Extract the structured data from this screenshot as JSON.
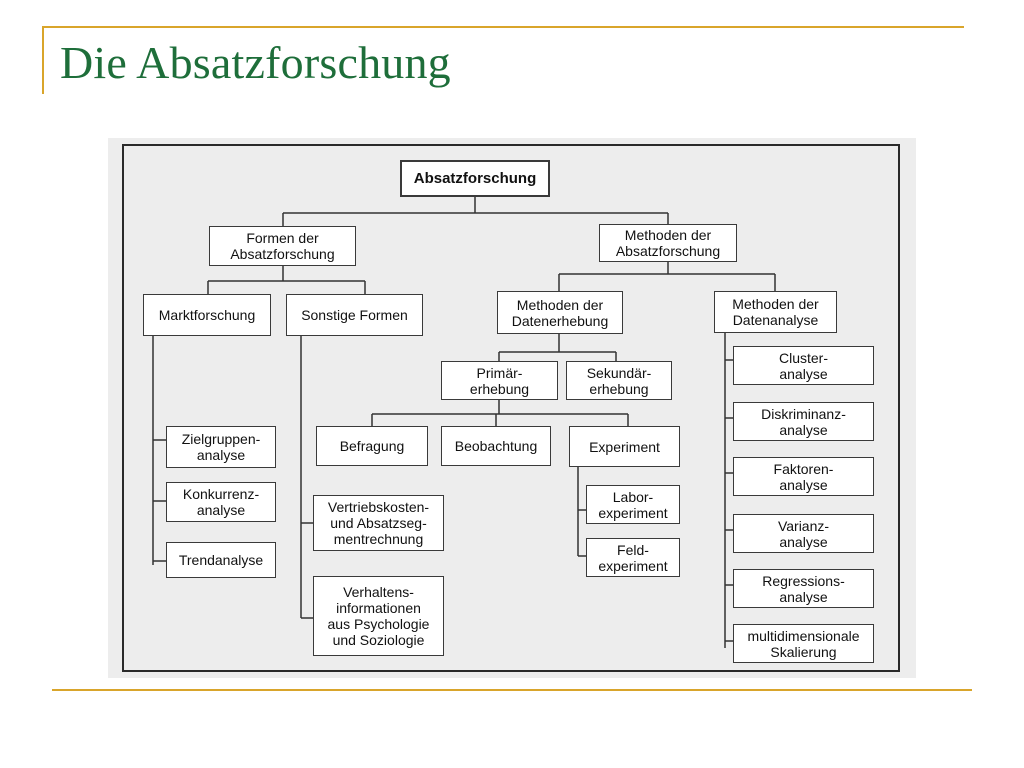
{
  "slide": {
    "title": "Die Absatzforschung"
  },
  "diagram": {
    "root": "Absatzforschung",
    "formen": "Formen der\nAbsatzforschung",
    "methoden": "Methoden der\nAbsatzforschung",
    "marktforschung": "Marktforschung",
    "sonstige_formen": "Sonstige Formen",
    "zielgruppenanalyse": "Zielgruppen-\nanalyse",
    "konkurrenzanalyse": "Konkurrenz-\nanalyse",
    "trendanalyse": "Trendanalyse",
    "vertriebskosten": "Vertriebskosten-\nund Absatzseg-\nmentrechnung",
    "verhaltensinformationen": "Verhaltens-\ninformationen\naus Psychologie\nund Soziologie",
    "datenerhebung": "Methoden der\nDatenerhebung",
    "datenanalyse": "Methoden der\nDatenanalyse",
    "primaererhebung": "Primär-\nerhebung",
    "sekundaererhebung": "Sekundär-\nerhebung",
    "befragung": "Befragung",
    "beobachtung": "Beobachtung",
    "experiment": "Experiment",
    "laborexperiment": "Labor-\nexperiment",
    "feldexperiment": "Feld-\nexperiment",
    "clusteranalyse": "Cluster-\nanalyse",
    "diskriminanzanalyse": "Diskriminanz-\nanalyse",
    "faktorenanalyse": "Faktoren-\nanalyse",
    "varianzanalyse": "Varianz-\nanalyse",
    "regressionsanalyse": "Regressions-\nanalyse",
    "skalierung": "multidimensionale\nSkalierung"
  }
}
